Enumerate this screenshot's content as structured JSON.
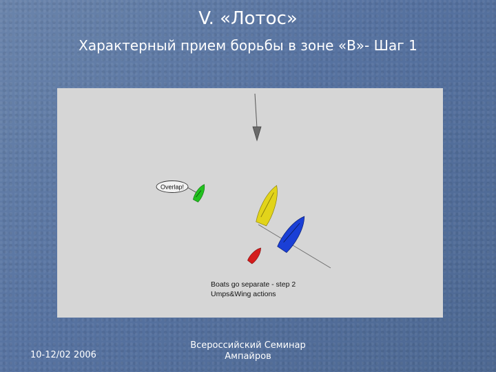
{
  "slide": {
    "title": "V. «Лотос»",
    "subtitle": "Характерный прием борьбы в зоне «В»- Шаг 1"
  },
  "diagram": {
    "callout_label": "Overlap!",
    "caption_line1": "Boats go separate - step 2",
    "caption_line2": "Umps&Wing actions",
    "colors": {
      "panel": "#d6d6d6",
      "green_boat": "#22c21f",
      "yellow_boat": "#e2d41a",
      "blue_boat": "#1a3fd6",
      "red_boat": "#d41c1c"
    },
    "icons": [
      "wind-arrow-icon",
      "green-boat-icon",
      "yellow-boat-icon",
      "blue-boat-icon",
      "red-boat-icon"
    ]
  },
  "footer": {
    "date": "10-12/02 2006",
    "event_line1": "Всероссийский Семинар",
    "event_line2": "Ампайров"
  }
}
